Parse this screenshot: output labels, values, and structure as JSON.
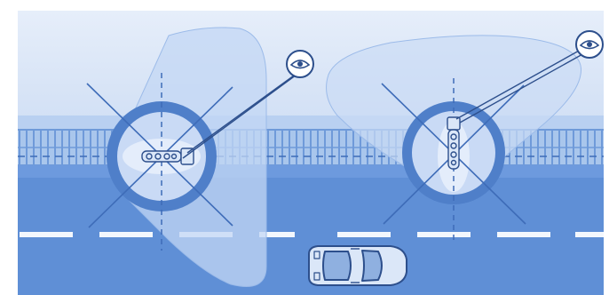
{
  "palette": {
    "sky_top": "#e3ecf9",
    "sky_bottom": "#d3e1f6",
    "road": "#5f8fd6",
    "road_dark": "#4d7cc6",
    "railing": "#9fbfe9",
    "railing_line": "#6f9ad9",
    "beam": "#b6cdf0",
    "ring_outer": "#4f7fc9",
    "ring_inner": "#c9daf5",
    "cross": "#3e6cb8",
    "dash": "#f3f7fd",
    "car_body": "#dbe7f8",
    "car_stroke": "#2d4f8c",
    "badge_fill": "#ffffff",
    "badge_stroke": "#2d4f8c"
  },
  "scene": {
    "fixtures": [
      {
        "id": "left",
        "orientation": "horizontal"
      },
      {
        "id": "right",
        "orientation": "vertical"
      }
    ],
    "icons": [
      "eye-icon",
      "eye-icon"
    ],
    "vehicle": "car-icon"
  }
}
